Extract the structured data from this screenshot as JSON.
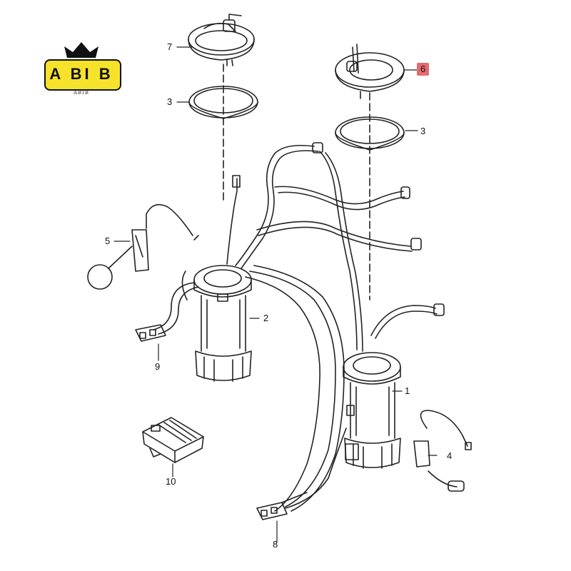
{
  "logo": {
    "text": "A BI  B",
    "subtext": "ABIB"
  },
  "callouts": [
    {
      "id": "1",
      "label": "1"
    },
    {
      "id": "2",
      "label": "2"
    },
    {
      "id": "3a",
      "label": "3"
    },
    {
      "id": "3b",
      "label": "3"
    },
    {
      "id": "4",
      "label": "4"
    },
    {
      "id": "5",
      "label": "5"
    },
    {
      "id": "6",
      "label": "6",
      "highlight": true
    },
    {
      "id": "7",
      "label": "7"
    },
    {
      "id": "8",
      "label": "8"
    },
    {
      "id": "9",
      "label": "9"
    },
    {
      "id": "10",
      "label": "10"
    }
  ],
  "colors": {
    "line": "#222222",
    "highlight": "#e46a6f",
    "logo_fill": "#f6e22a"
  }
}
